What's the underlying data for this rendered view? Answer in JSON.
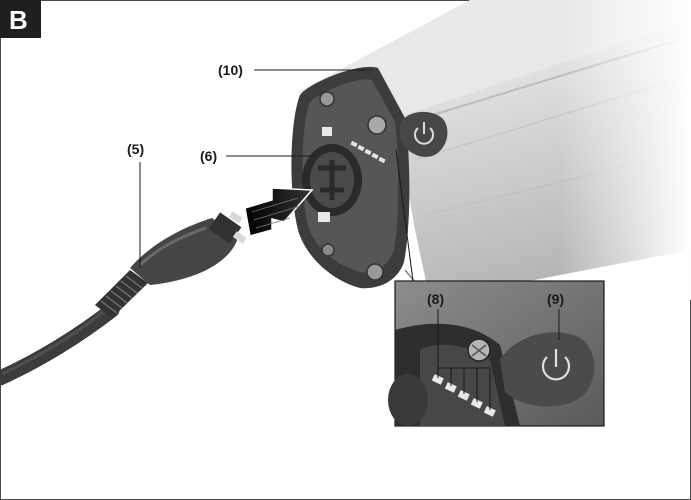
{
  "figure": {
    "badge": "B",
    "callouts": {
      "battery_body": "(10)",
      "charger_cable": "(5)",
      "charging_socket": "(6)",
      "charge_indicator_leds": "(8)",
      "on_off_button": "(9)"
    }
  },
  "colors": {
    "badge_bg": "#1f1f1f",
    "housing_light": "#dcdcdc",
    "end_cap": "#3c3c3c",
    "cable": "#3a3d3b",
    "arrow": "#1a1a1a"
  },
  "icons": [
    "power-icon",
    "insert-arrow-icon"
  ]
}
